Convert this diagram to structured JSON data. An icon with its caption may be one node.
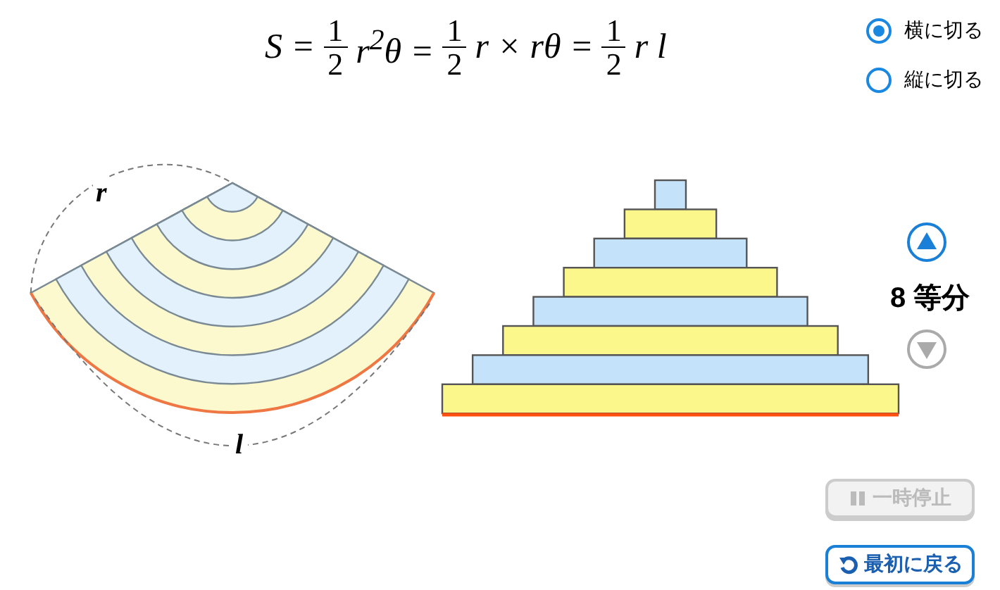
{
  "diagram": {
    "labels": [
      "S =",
      "1",
      "2",
      "r$^{2}$θ =",
      "1",
      "2",
      "r × rθ =",
      "1",
      "2",
      "r l",
      "横に切る",
      "縦に切る",
      "r",
      "l",
      "8 等分",
      "一時停止",
      "最初に戻る"
    ]
  }
}
